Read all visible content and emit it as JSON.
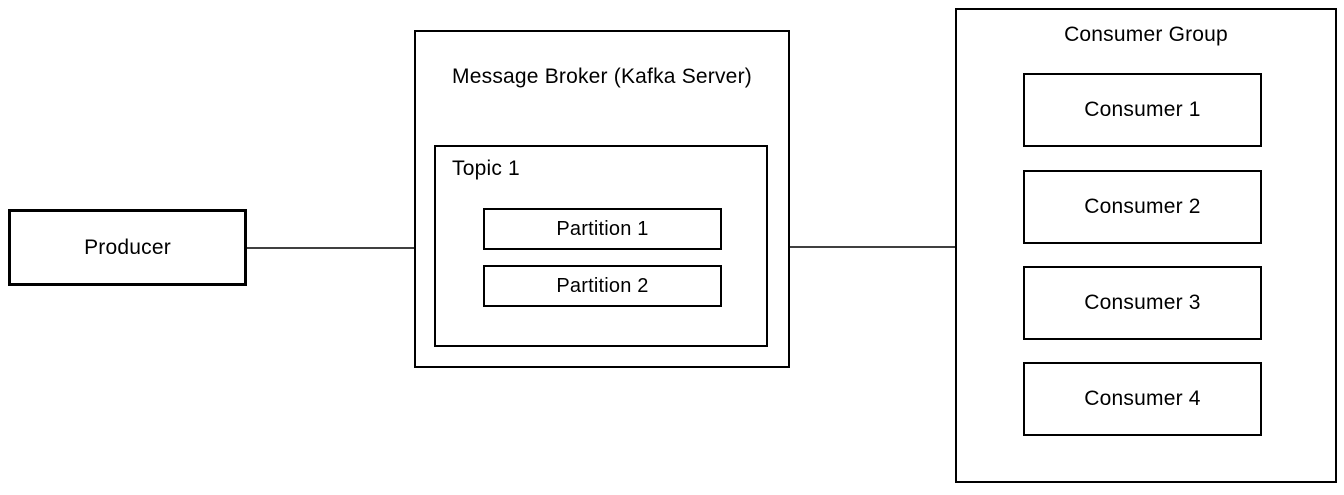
{
  "diagram": {
    "producer": {
      "label": "Producer"
    },
    "broker": {
      "title": "Message Broker (Kafka Server)",
      "topic": {
        "label": "Topic 1",
        "partitions": [
          {
            "label": "Partition 1"
          },
          {
            "label": "Partition 2"
          }
        ]
      }
    },
    "consumer_group": {
      "title": "Consumer Group",
      "consumers": [
        {
          "label": "Consumer 1"
        },
        {
          "label": "Consumer 2"
        },
        {
          "label": "Consumer 3"
        },
        {
          "label": "Consumer 4"
        }
      ]
    },
    "arrows": [
      {
        "name": "producer-to-broker",
        "from": "Producer",
        "to": "Message Broker (Kafka Server)",
        "direction": "right"
      },
      {
        "name": "consumer-group-to-broker",
        "from": "Consumer Group",
        "to": "Message Broker (Kafka Server)",
        "direction": "left"
      }
    ],
    "colors": {
      "line": "#000000",
      "background": "#ffffff",
      "text": "#000000"
    }
  }
}
